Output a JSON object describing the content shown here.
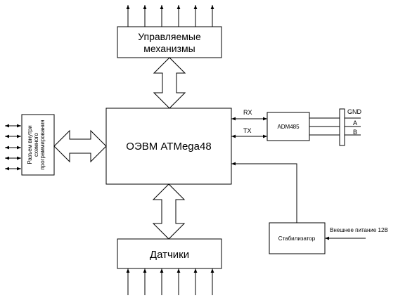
{
  "blocks": {
    "controlled": [
      "Управляемые",
      "механизмы"
    ],
    "cpu": "ОЭВМ ATMega48",
    "sensors": "Датчики",
    "connector": [
      "Разъем внутри",
      "схемного",
      "программирования"
    ],
    "adm": "ADM485",
    "stabilizer": "Стабилизатор"
  },
  "signals": {
    "rx": "RX",
    "tx": "TX",
    "gnd": "GND",
    "a": "A",
    "b": "B",
    "power": "Внешнее питание 12В"
  }
}
